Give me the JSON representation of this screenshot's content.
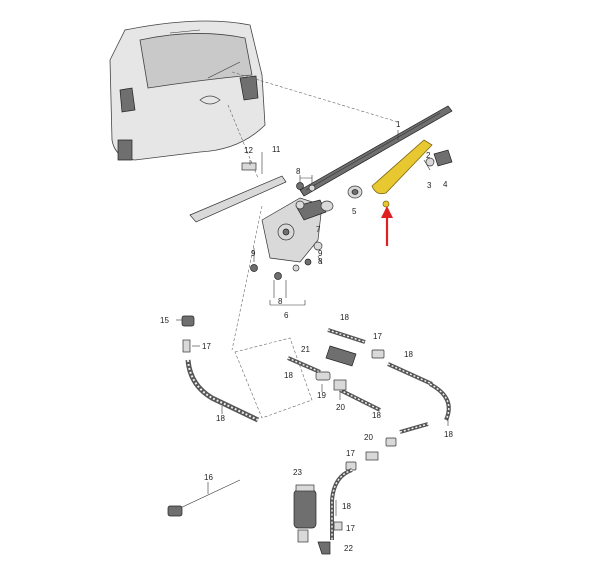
{
  "labels": {
    "p1": "1",
    "p2": "2",
    "p3": "3",
    "p4": "4",
    "p5": "5",
    "p6": "6",
    "p7": "7",
    "p8a": "8",
    "p8b": "8",
    "p8c": "8",
    "p9a": "9",
    "p9b": "9",
    "p11": "11",
    "p12": "12",
    "p15": "15",
    "p16": "16",
    "p17a": "17",
    "p17b": "17",
    "p17c": "17",
    "p18a": "18",
    "p18b": "18",
    "p18c": "18",
    "p18d": "18",
    "p18e": "18",
    "p18f": "18",
    "p18g": "18",
    "p19": "19",
    "p20a": "20",
    "p20b": "20",
    "p21": "21",
    "p22": "22",
    "p23": "23"
  },
  "colors": {
    "highlight": "#e8c830",
    "arrow": "#e02020",
    "line": "#333333"
  }
}
